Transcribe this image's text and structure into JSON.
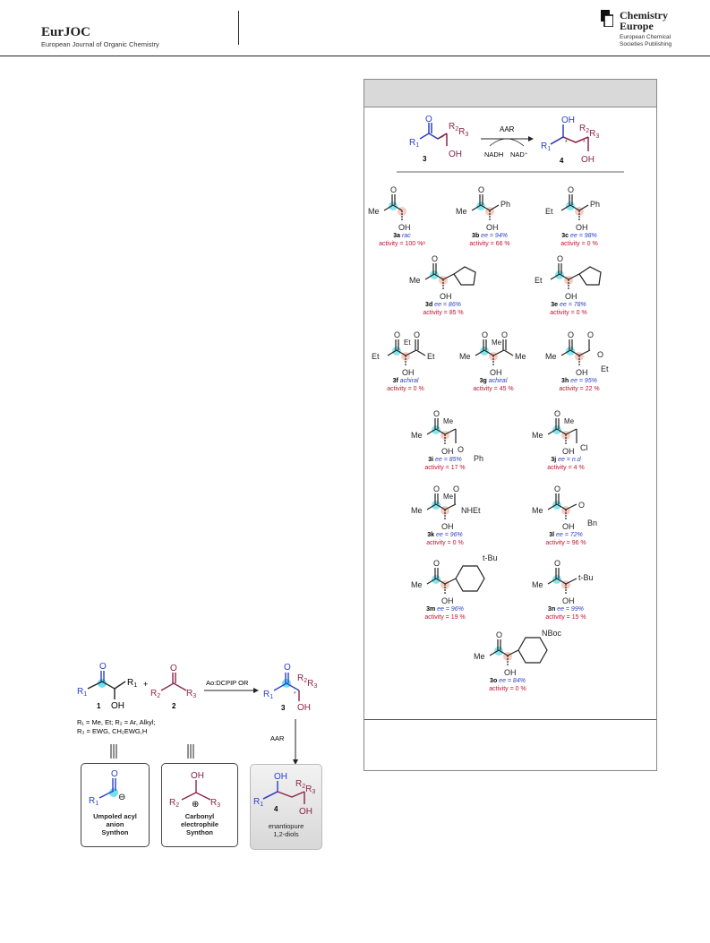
{
  "header": {
    "journal": "EurJOC",
    "journal_full": "European Journal of Organic Chemistry",
    "brand_line1": "Chemistry",
    "brand_line2": "Europe",
    "brand_sub1": "European Chemical",
    "brand_sub2": "Societies Publishing"
  },
  "colors": {
    "ketone_blue": "#2b3fc8",
    "diol_red": "#8b2448",
    "act_red": "#c4122f",
    "cyan": "#33d6e6",
    "pink": "#f3b8a8"
  },
  "scheme_right": {
    "enzyme": "AAR",
    "cof_left": "NADH",
    "cof_right": "NAD⁺",
    "sub_no": "3",
    "prod_no": "4",
    "r1": "R",
    "r2": "R",
    "r3": "R",
    "o": "O",
    "oh": "OH",
    "oh2": "OH",
    "sub1": "1",
    "sub2": "2",
    "sub3": "3",
    "star": "*"
  },
  "substrates": [
    {
      "label": "3a",
      "ee": "rac",
      "act": "activity = 100 %ᵃ"
    },
    {
      "label": "3b",
      "ee": "ee = 94%",
      "act": "activity = 66 %"
    },
    {
      "label": "3c",
      "ee": "ee = 98%",
      "act": "activity = 0 %"
    },
    {
      "label": "3d",
      "ee": "ee = 86%",
      "act": "activity = 85 %"
    },
    {
      "label": "3e",
      "ee": "ee = 78%",
      "act": "activity = 0 %"
    },
    {
      "label": "3f",
      "ee": "achiral",
      "act": "activity = 0 %"
    },
    {
      "label": "3g",
      "ee": "achiral",
      "act": "activity = 45 %"
    },
    {
      "label": "3h",
      "ee": "ee = 95%",
      "act": "activity = 22 %"
    },
    {
      "label": "3i",
      "ee": "ee = 85%",
      "act": "activity = 17 %"
    },
    {
      "label": "3j",
      "ee": "ee = n.d",
      "act": "activity = 4 %"
    },
    {
      "label": "3k",
      "ee": "ee = 96%",
      "act": "activity = 0 %"
    },
    {
      "label": "3l",
      "ee": "ee = 72%",
      "act": "activity = 96 %"
    },
    {
      "label": "3m",
      "ee": "ee = 96%",
      "act": "activity = 19 %"
    },
    {
      "label": "3n",
      "ee": "ee = 99%",
      "act": "activity = 15 %"
    },
    {
      "label": "3o",
      "ee": "ee = 84%",
      "act": "activity = 0 %"
    }
  ],
  "atoms": {
    "me": "Me",
    "et": "Et",
    "ph": "Ph",
    "o": "O",
    "oh": "OH",
    "cl": "Cl",
    "bn": "Bn",
    "tbu": "t-Bu",
    "nhet": "NHEt",
    "nboc": "NBoc"
  },
  "scheme_left": {
    "reagent": "Ao:DCPIP OR",
    "no1": "1",
    "no2": "2",
    "no3": "3",
    "no4": "4",
    "plus": "+",
    "cond1": "R₁ = Me, Et; R₂ = Ar, Alkyl;",
    "cond2": "R₃ = EWG, CH₂EWG,H",
    "enzyme": "AAR",
    "box1_l1": "Umpoled acyl",
    "box1_l2": "anion",
    "box1_l3": "Synthon",
    "box2_l1": "Carbonyl",
    "box2_l2": "electrophile",
    "box2_l3": "Synthon",
    "box3_l1": "enantiopure",
    "box3_l2": "1,2-diols",
    "minus": "⊖",
    "plusc": "⊕"
  }
}
